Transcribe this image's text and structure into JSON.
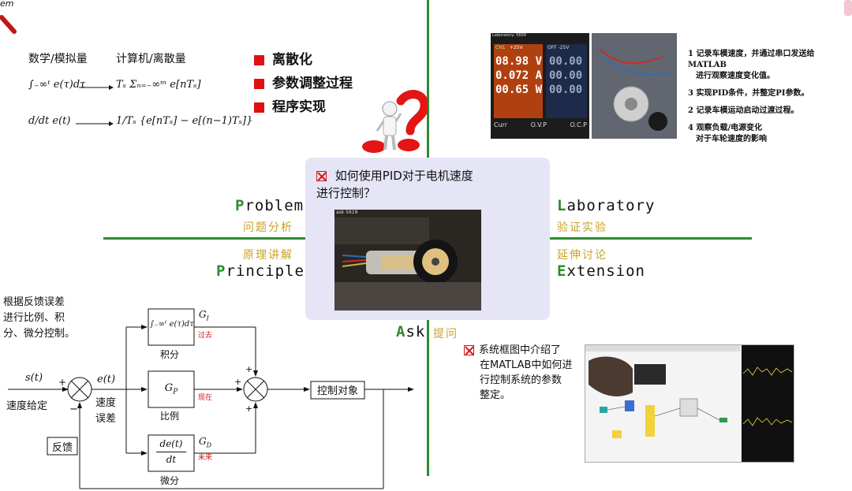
{
  "problem": {
    "heading_analog": "数学/模拟量",
    "heading_digital": "计算机/离散量",
    "formula_integral_analog": "∫₋∞ᵗ e(τ)dτ",
    "formula_integral_digital": "Tₛ Σₙ₌₋∞ᵐ e[nTₛ]",
    "formula_deriv_analog": "d/dt e(t)",
    "formula_deriv_digital": "1/Tₛ {e[nTₛ] − e[(n−1)Tₛ]}",
    "bullets": [
      "离散化",
      "参数调整过程",
      "程序实现"
    ]
  },
  "quadrants": {
    "problem_en_cap": "P",
    "problem_en_rest": "roblem",
    "problem_zh": "问题分析",
    "principle_en_cap": "P",
    "principle_en_rest": "rinciple",
    "principle_zh": "原理讲解",
    "laboratory_en_cap": "L",
    "laboratory_en_rest": "aboratory",
    "laboratory_zh": "验证实验",
    "extension_en_cap": "E",
    "extension_en_rest": "xtension",
    "extension_zh": "延伸讨论",
    "ask_en_cap": "A",
    "ask_en_rest": "sk",
    "ask_zh": "提问"
  },
  "center": {
    "question_line1": "如何使用PID对于电机速度",
    "question_line2": "进行控制？",
    "photo_caption": "ask 5619"
  },
  "laboratory": {
    "screen_caption": "Laboratory: 5609",
    "psu_ch1_label": "CH1",
    "psu_ch1_setv": "+25V",
    "psu_ch2_label": "OFF -25V",
    "readings": [
      "08.98 V",
      "0.072 A",
      "00.65 W"
    ],
    "readings_right": [
      "00.00",
      "00.00",
      "00.00"
    ],
    "psu_bottom": [
      "Curr",
      "O.V.P",
      "O.C.P"
    ],
    "steps": [
      "1 记录车模速度，并通过串口发送给MATLAB",
      "进行观察速度变化值。",
      "3 实现PID条件，并整定PI参数。",
      "2 记录车模运动启动过渡过程。",
      "4 观察负载/电源变化",
      "对于车轮速度的影响"
    ]
  },
  "principle": {
    "description_lines": [
      "根据反馈误差",
      "进行比例、积",
      "分、微分控制。"
    ],
    "input_signal": "s(t)",
    "input_label": "速度给定",
    "error_signal": "e(t)",
    "error_label_1": "速度",
    "error_label_2": "误差",
    "plus": "+",
    "minus": "−",
    "integral_block": "∫₋∞ᵗ e(τ)dτ",
    "integral_label": "积分",
    "integral_gain": "G",
    "integral_gain_sub": "I",
    "integral_tag": "过去",
    "proportional_block": "G",
    "proportional_block_sub": "P",
    "proportional_label": "比例",
    "proportional_tag": "现在",
    "derivative_block_num": "de(t)",
    "derivative_block_den": "dt",
    "derivative_label": "微分",
    "derivative_gain": "G",
    "derivative_gain_sub": "D",
    "derivative_tag": "未来",
    "plant": "控制对象",
    "feedback": "反馈"
  },
  "extension": {
    "text_lines": [
      "系统框图中介绍了",
      "在MATLAB中如何进",
      "行控制系统的参数",
      "整定。"
    ]
  },
  "corner": {
    "top_left_text": "em"
  },
  "colors": {
    "axis_green": "#2e8b2e",
    "heading_gold": "#c9a227",
    "bullet_red": "#e01010",
    "center_bg": "#e5e5f6",
    "tag_red": "#cc1a1a"
  }
}
